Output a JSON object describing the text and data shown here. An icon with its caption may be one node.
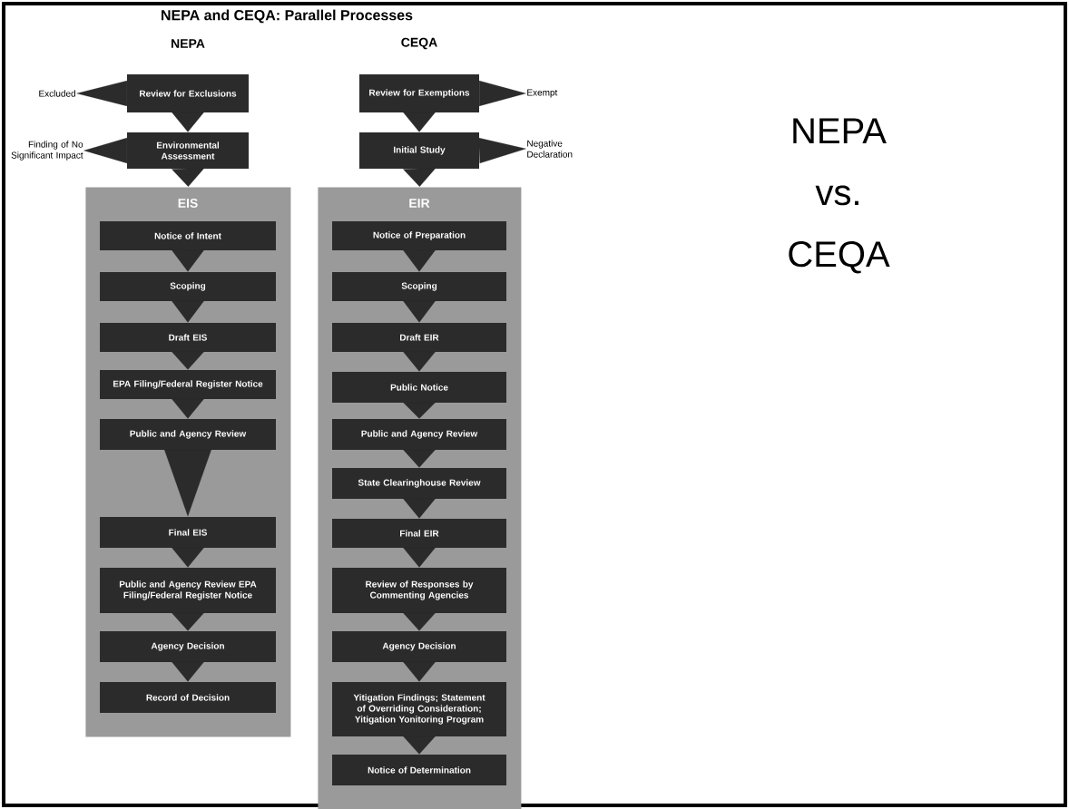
{
  "diagram": {
    "title": "NEPA and CEQA: Parallel Processes",
    "nodes": [
      {
        "text": [
          "Review for Exclusions"
        ]
      },
      {
        "text": [
          "Excluded"
        ]
      },
      {
        "text": [
          "Environmental Assessment"
        ]
      },
      {
        "text": [
          "Finding of No Significant Impact"
        ]
      },
      {
        "text": [
          "EIS"
        ]
      },
      {
        "text": [
          "Notice of Intent"
        ],
        "in": 4
      },
      {
        "text": [
          "Scoping"
        ],
        "in": 4
      },
      {
        "text": [
          "Draft EIS"
        ],
        "in": 4
      },
      {
        "text": [
          "EPA Filing/Federal Register Notice"
        ],
        "in": 4
      },
      {
        "text": [
          "Public and Agency Review"
        ],
        "in": 4
      },
      {
        "text": [
          "Final EIS"
        ],
        "in": 4
      },
      {
        "text": [
          "Public and Agency Review EPA Filing/Federal Register Notice"
        ],
        "in": 4
      },
      {
        "text": [
          "Agency Decision"
        ],
        "in": 4
      },
      {
        "text": [
          "Record of Decision"
        ],
        "in": 4
      },
      {
        "text": [
          "Review for Exemptions"
        ]
      },
      {
        "text": [
          "Exempt"
        ]
      },
      {
        "text": [
          "Initial Study"
        ]
      },
      {
        "text": [
          "Negative Declaration"
        ]
      },
      {
        "text": [
          "EIR"
        ]
      },
      {
        "text": [
          "Notice of Preparation"
        ],
        "in": 18
      },
      {
        "text": [
          "Scoping"
        ],
        "in": 18
      },
      {
        "text": [
          "Draft EIR"
        ],
        "in": 18
      },
      {
        "text": [
          "Public Notice"
        ],
        "in": 18
      },
      {
        "text": [
          "Public and Agency Review"
        ],
        "in": 18
      },
      {
        "text": [
          "State Clearinghouse Review"
        ],
        "in": 18
      },
      {
        "text": [
          "Final EIR"
        ],
        "in": 18
      },
      {
        "text": [
          "Review of Responses by Commenting Agencies"
        ],
        "in": 18
      },
      {
        "text": [
          "Agency Decision"
        ],
        "in": 18
      },
      {
        "text": [
          "Yitigation Findings; Statement of Overriding Consideration; Yitigation Yonitoring Program"
        ],
        "in": 18
      },
      {
        "text": [
          "Notice of Determination"
        ],
        "in": 18
      }
    ],
    "edges": [
      {
        "from": 0,
        "to": 1,
        "arrow": "to"
      },
      {
        "from": 0,
        "to": 2,
        "arrow": "to"
      },
      {
        "from": 2,
        "to": 3,
        "arrow": "to"
      },
      {
        "from": 2,
        "to": 4,
        "arrow": "to"
      },
      {
        "from": 5,
        "to": 6,
        "arrow": "to"
      },
      {
        "from": 6,
        "to": 7,
        "arrow": "to"
      },
      {
        "from": 7,
        "to": 8,
        "arrow": "to"
      },
      {
        "from": 8,
        "to": 9,
        "arrow": "to"
      },
      {
        "from": 9,
        "to": 10,
        "arrow": "to"
      },
      {
        "from": 10,
        "to": 11,
        "arrow": "to"
      },
      {
        "from": 11,
        "to": 12,
        "arrow": "to"
      },
      {
        "from": 12,
        "to": 13,
        "arrow": "to"
      },
      {
        "from": 14,
        "to": 15,
        "arrow": "to"
      },
      {
        "from": 14,
        "to": 16,
        "arrow": "to"
      },
      {
        "from": 16,
        "to": 17,
        "arrow": "to"
      },
      {
        "from": 16,
        "to": 18,
        "arrow": "to"
      },
      {
        "from": 19,
        "to": 20,
        "arrow": "to"
      },
      {
        "from": 20,
        "to": 21,
        "arrow": "to"
      },
      {
        "from": 21,
        "to": 22,
        "arrow": "to"
      },
      {
        "from": 22,
        "to": 23,
        "arrow": "to"
      },
      {
        "from": 23,
        "to": 24,
        "arrow": "to"
      },
      {
        "from": 24,
        "to": 25,
        "arrow": "to"
      },
      {
        "from": 25,
        "to": 26,
        "arrow": "to"
      },
      {
        "from": 26,
        "to": 27,
        "arrow": "to"
      },
      {
        "from": 27,
        "to": 28,
        "arrow": "to"
      },
      {
        "from": 28,
        "to": 29,
        "arrow": "to"
      }
    ],
    "labels": [
      "NEPA",
      "CEQA",
      "NEPA vs. CEQA"
    ]
  }
}
